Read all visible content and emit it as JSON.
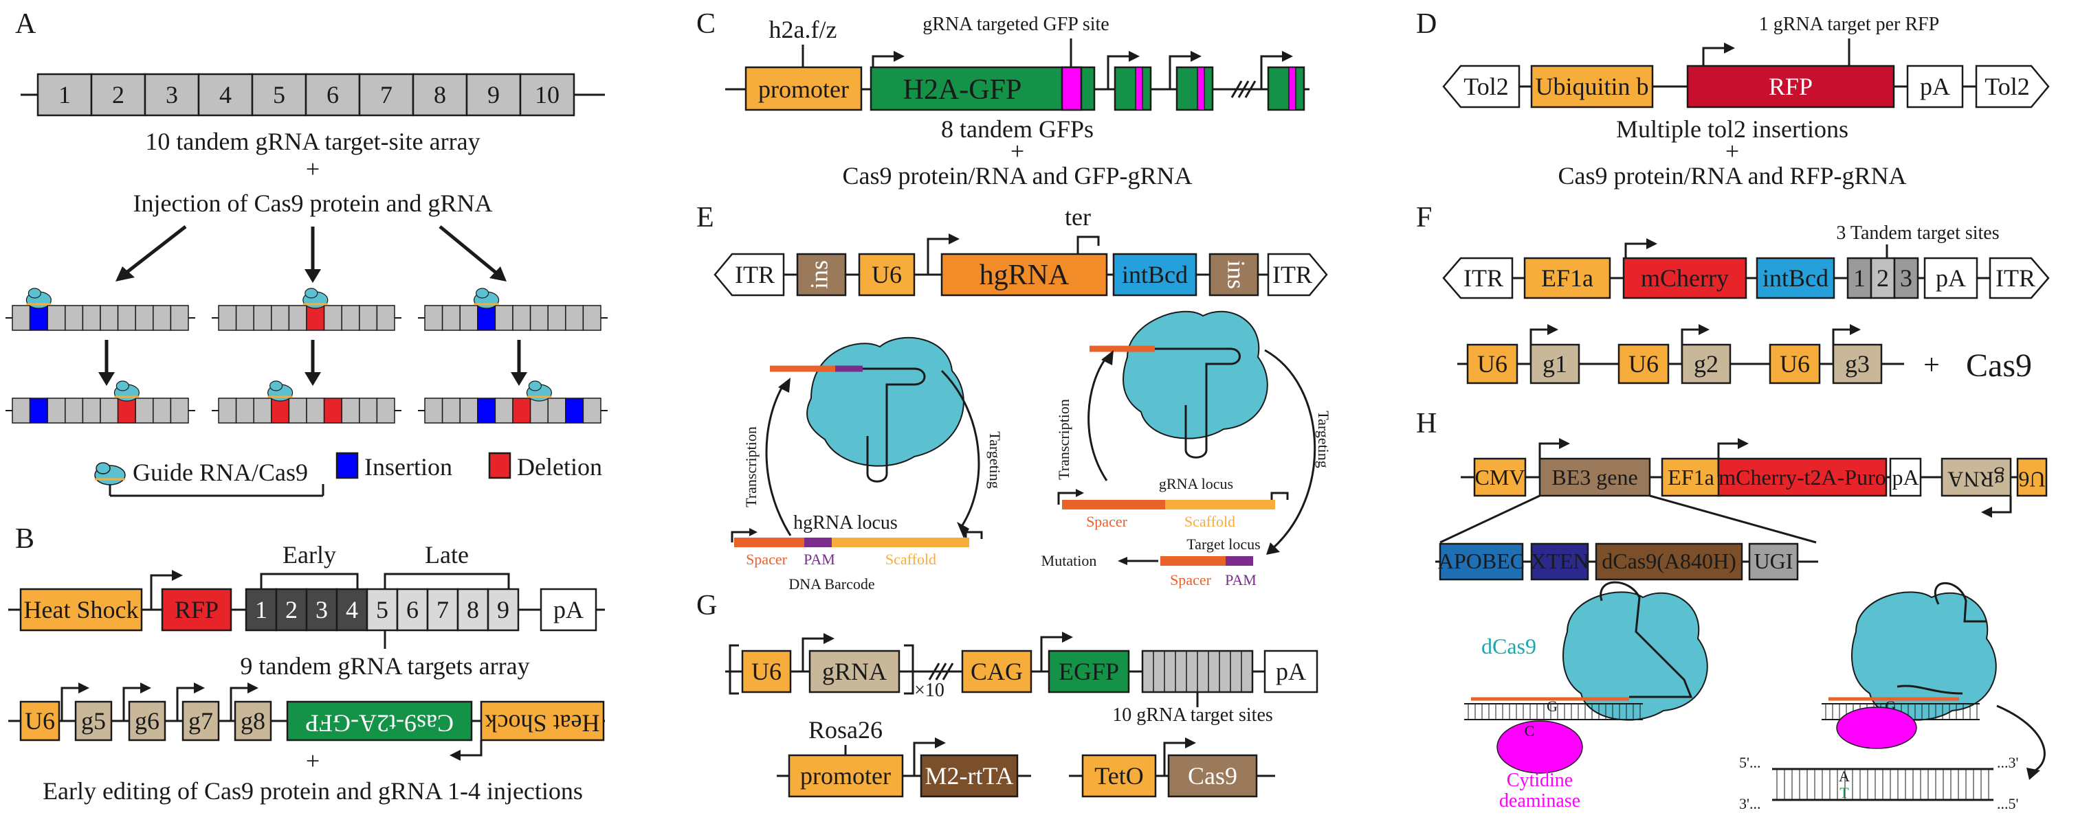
{
  "panelA": {
    "letter": "A",
    "cells": [
      "1",
      "2",
      "3",
      "4",
      "5",
      "6",
      "7",
      "8",
      "9",
      "10"
    ],
    "caption1": "10 tandem gRNA target-site array",
    "plus": "+",
    "caption2": "Injection of Cas9 protein and gRNA",
    "legend_guide": "Guide RNA/Cas9",
    "legend_insertion": "Insertion",
    "legend_deletion": "Deletion"
  },
  "panelB": {
    "letter": "B",
    "heat_shock": "Heat Shock",
    "rfp": "RFP",
    "cells": [
      "1",
      "2",
      "3",
      "4",
      "5",
      "6",
      "7",
      "8",
      "9"
    ],
    "early": "Early",
    "late": "Late",
    "pa": "pA",
    "caption1": "9 tandem gRNA targets array",
    "u6": "U6",
    "g5": "g5",
    "g6": "g6",
    "g7": "g7",
    "g8": "g8",
    "cas9_gfp": "Cas9-t2A-GFP",
    "heat_shock2": "Heat Shock",
    "plus": "+",
    "caption2": "Early editing of Cas9 protein and gRNA 1-4 injections"
  },
  "panelC": {
    "letter": "C",
    "h2a": "h2a.f/z",
    "grna_site": "gRNA targeted GFP site",
    "promoter": "promoter",
    "h2a_gfp": "H2A-GFP",
    "caption1": "8 tandem GFPs",
    "plus": "+",
    "caption2": "Cas9 protein/RNA and GFP-gRNA"
  },
  "panelD": {
    "letter": "D",
    "per_rfp": "1 gRNA target per RFP",
    "tol2": "Tol2",
    "ubiquitin": "Ubiquitin b",
    "rfp": "RFP",
    "pa": "pA",
    "caption1": "Multiple  tol2  insertions",
    "plus": "+",
    "caption2": "Cas9 protein/RNA and RFP-gRNA"
  },
  "panelE": {
    "letter": "E",
    "ter": "ter",
    "itr": "ITR",
    "ins": "ins",
    "u6": "U6",
    "hgrna": "hgRNA",
    "intbcd": "intBcd",
    "transcription": "Transcription",
    "targeting": "Targeting",
    "hgrna_locus": "hgRNA locus",
    "spacer": "Spacer",
    "pam": "PAM",
    "scaffold": "Scaffold",
    "barcode": "DNA Barcode",
    "grna_locus": "gRNA locus",
    "target_locus": "Target locus",
    "mutation": "Mutation"
  },
  "panelF": {
    "letter": "F",
    "tandem": "3 Tandem target sites",
    "itr": "ITR",
    "ef1a": "EF1a",
    "mcherry": "mCherry",
    "intbcd": "intBcd",
    "sites": [
      "1",
      "2",
      "3"
    ],
    "pa": "pA",
    "u6": "U6",
    "g1": "g1",
    "g2": "g2",
    "g3": "g3",
    "plus": "+",
    "cas9": "Cas9"
  },
  "panelG": {
    "letter": "G",
    "u6": "U6",
    "grna": "gRNA",
    "x10": "×10",
    "cag": "CAG",
    "egfp": "EGFP",
    "pa": "pA",
    "target_sites": "10 gRNA target sites",
    "rosa26": "Rosa26",
    "promoter": "promoter",
    "m2rtta": "M2-rtTA",
    "teto": "TetO",
    "cas9": "Cas9"
  },
  "panelH": {
    "letter": "H",
    "cmv": "CMV",
    "be3": "BE3 gene",
    "ef1a": "EF1a",
    "mcherry_puro": "mCherry-t2A-Puro",
    "pa": "pA",
    "grna": "gRNA",
    "u6": "U6",
    "apobec": "APOBEC",
    "xten": "XTEN",
    "dcas9": "dCas9(A840H)",
    "ugi": "UGI",
    "dcas9_label": "dCas9",
    "g_base": "G",
    "c_base": "C",
    "cytidine": "Cytidine",
    "deaminase": "deaminase",
    "five_prime": "5'...",
    "three_prime_end": "...3'",
    "three_prime": "3'...",
    "five_prime_end": "...5'",
    "a_base": "A",
    "t_base": "T"
  },
  "colors": {
    "gray_cell": "#c0c0c0",
    "orange": "#f7ad3b",
    "green": "#149247",
    "magenta": "#ff00ff",
    "red": "#e62429",
    "crimson": "#c8102e",
    "blue": "#0000ff",
    "cyan": "#5bc0cf",
    "brown": "#9a7a5a",
    "tan": "#c9b79a",
    "dark_brown": "#7a4f2a",
    "sky": "#26a0da",
    "navy": "#2b2a8c",
    "steel": "#1f6fb5"
  }
}
